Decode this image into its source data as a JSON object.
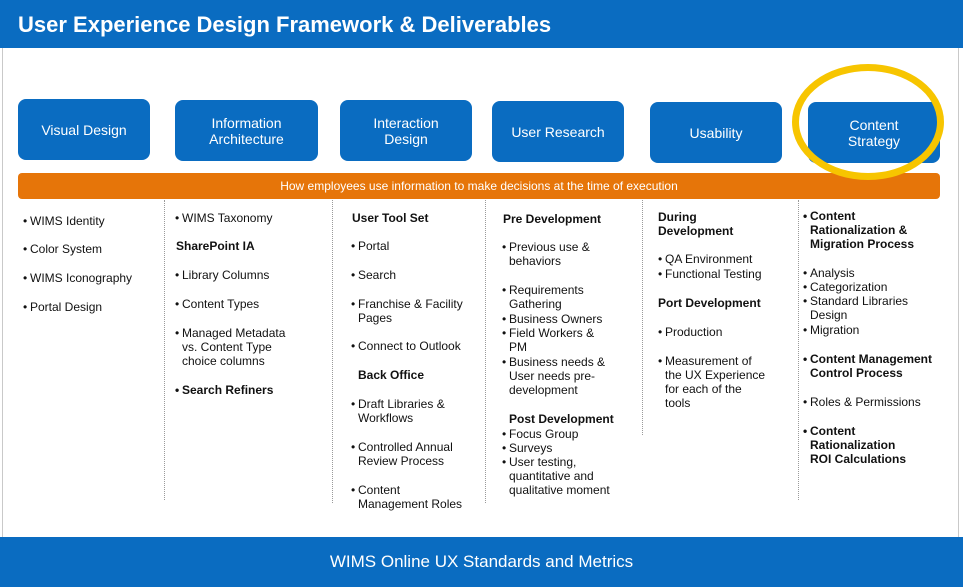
{
  "header": {
    "title": "User Experience Design Framework & Deliverables"
  },
  "categories": [
    {
      "label": "Visual Design"
    },
    {
      "label": "Information\nArchitecture"
    },
    {
      "label": "Interaction\nDesign"
    },
    {
      "label": "User Research"
    },
    {
      "label": "Usability"
    },
    {
      "label": "Content\nStrategy"
    }
  ],
  "banner": {
    "text": "How employees use information to make decisions at the time of execution"
  },
  "columns": {
    "visual": [
      "WIMS Identity",
      "Color System",
      "WIMS Iconography",
      "Portal Design"
    ],
    "ia": {
      "taxonomy": "WIMS Taxonomy",
      "sharepoint_head": "SharePoint IA",
      "library_columns": "Library Columns",
      "content_types": "Content Types",
      "managed_metadata": "Managed Metadata\nvs. Content Type\nchoice columns",
      "search_refiners": "Search Refiners"
    },
    "interaction": {
      "tool_head": "User Tool Set",
      "portal": "Portal",
      "search": "Search",
      "franchise": "Franchise & Facility\nPages",
      "outlook": "Connect to Outlook",
      "back_head": "Back Office",
      "draft": "Draft Libraries &\nWorkflows",
      "review": "Controlled Annual\nReview Process",
      "content_roles": "Content\nManagement Roles"
    },
    "research": {
      "pre_head": "Pre Development",
      "previous": "Previous use &\nbehaviors",
      "requirements": "Requirements\nGathering",
      "owners": "Business Owners",
      "field": "Field Workers &\nPM",
      "needs": "Business needs &\nUser needs pre-\ndevelopment",
      "post_head": "Post Development",
      "focus": "Focus Group",
      "surveys": "Surveys",
      "testing": "User testing,\nquantitative and\nqualitative moment"
    },
    "usability": {
      "during_head": "During\n  Development",
      "qa": "QA Environment",
      "functional": "Functional Testing",
      "port_head": "Port Development",
      "production": "Production",
      "measurement": "Measurement of\nthe UX Experience\nfor each of the\ntools"
    },
    "content": {
      "rationalization": "Content\nRationalization &\nMigration Process",
      "analysis": "Analysis",
      "categorization": "Categorization",
      "standard": "Standard Libraries\nDesign",
      "migration": "Migration",
      "control": "Content Management\nControl Process",
      "roles": "Roles & Permissions",
      "roi": "Content\nRationalization\nROI Calculations"
    }
  },
  "footer": {
    "text": "WIMS Online UX Standards and Metrics"
  },
  "highlight": {
    "color": "#f7c500"
  }
}
